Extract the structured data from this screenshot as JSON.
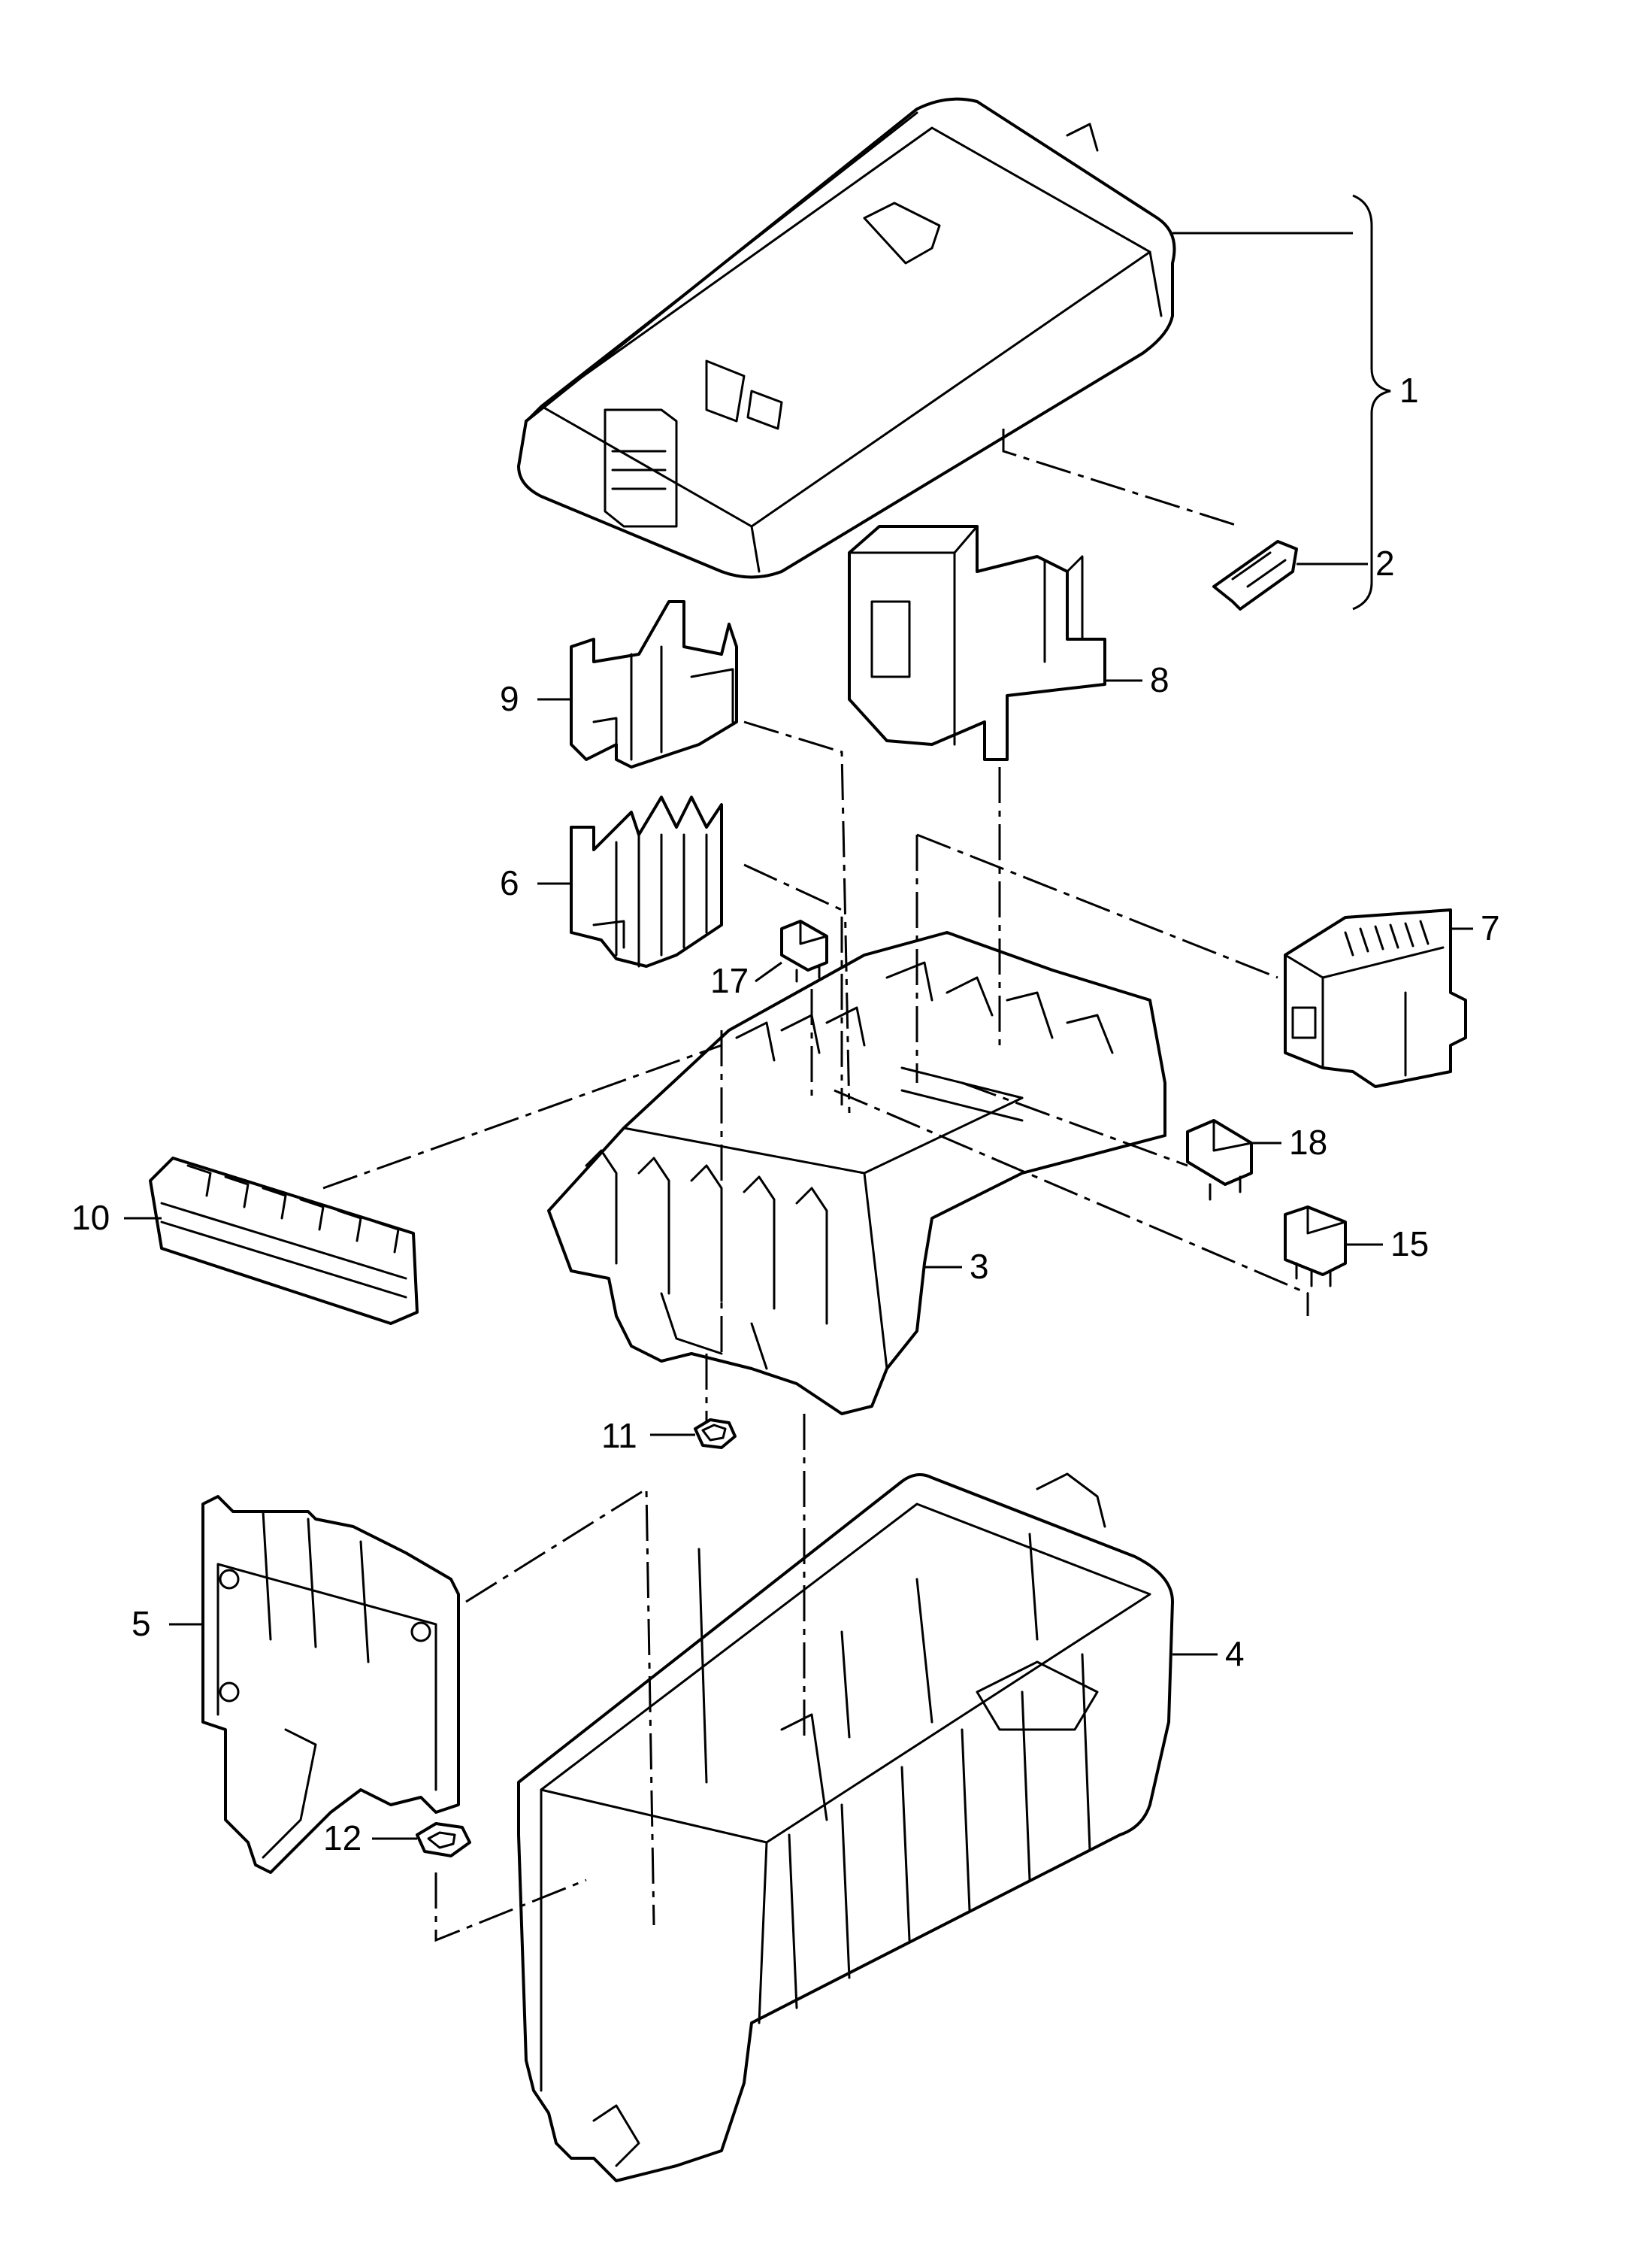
{
  "callouts": [
    {
      "id": "1",
      "text": "1"
    },
    {
      "id": "2",
      "text": "2"
    },
    {
      "id": "3",
      "text": "3"
    },
    {
      "id": "4",
      "text": "4"
    },
    {
      "id": "5",
      "text": "5"
    },
    {
      "id": "6",
      "text": "6"
    },
    {
      "id": "7",
      "text": "7"
    },
    {
      "id": "8",
      "text": "8"
    },
    {
      "id": "9",
      "text": "9"
    },
    {
      "id": "10",
      "text": "10"
    },
    {
      "id": "11",
      "text": "11"
    },
    {
      "id": "12",
      "text": "12"
    },
    {
      "id": "15",
      "text": "15"
    },
    {
      "id": "17",
      "text": "17"
    },
    {
      "id": "18",
      "text": "18"
    }
  ],
  "colors": {
    "line": "#000000",
    "background": "#ffffff"
  }
}
